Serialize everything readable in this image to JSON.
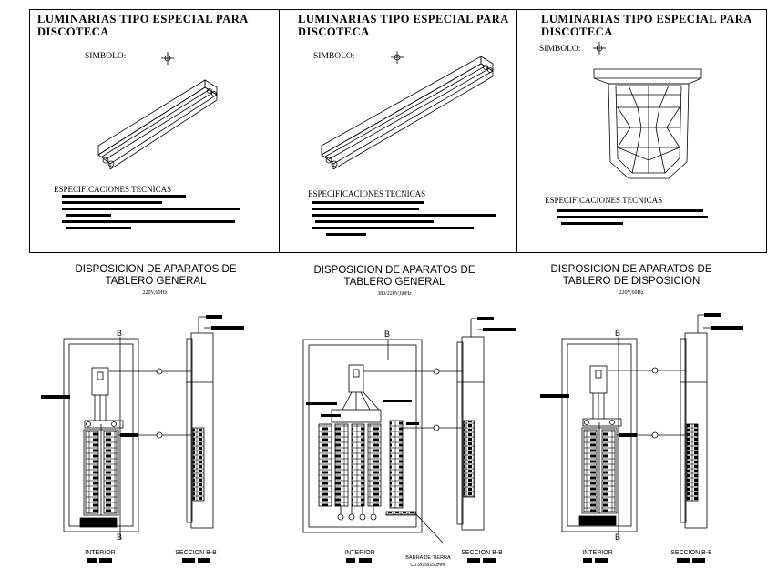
{
  "panels": [
    {
      "title": "LUMINARIAS TIPO ESPECIAL PARA\nDISCOTECA",
      "simbolo": "SIMBOLO:",
      "specs": "ESPECIFICACIONES TECNICAS"
    },
    {
      "title": "LUMINARIAS TIPO ESPECIAL PARA\nDISCOTECA",
      "simbolo": "SIMBOLO:",
      "specs": "ESPECIFICACIONES TECNICAS"
    },
    {
      "title": "LUMINARIAS TIPO ESPECIAL PARA\nDISCOTECA",
      "simbolo": "SIMBOLO:",
      "specs": "ESPECIFICACIONES TECNICAS"
    }
  ],
  "boards": [
    {
      "title": "DISPOSICION DE APARATOS DE\nTABLERO GENERAL",
      "voltage": "220V,60Hz",
      "interior": "INTERIOR",
      "seccion": "SECCION B-B",
      "b_label": "B"
    },
    {
      "title": "DISPOSICION DE APARATOS DE\nTABLERO GENERAL",
      "voltage": "380/220V,60Hz",
      "interior": "INTERIOR",
      "seccion": "SECCION B-B",
      "b_label": "B",
      "barra": "BARRA DE TIERRA",
      "barra_spec": "Cu 3x15x150mm."
    },
    {
      "title": "DISPOSICION DE APARATOS DE\nTABLERO DE DISPOSICION",
      "voltage": "220V,60Hz",
      "interior": "INTERIOR",
      "seccion": "SECCION B-B",
      "b_label": "B"
    }
  ],
  "colors": {
    "line": "#000000",
    "background": "#ffffff"
  }
}
